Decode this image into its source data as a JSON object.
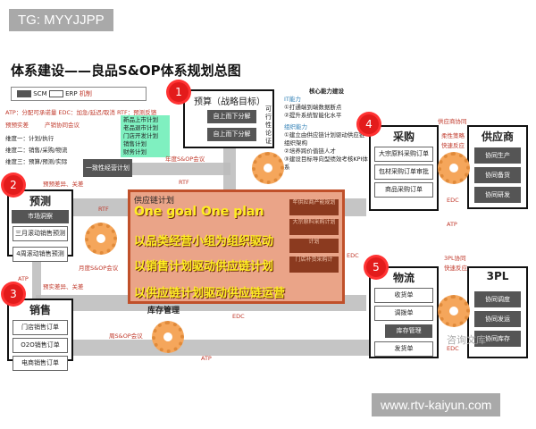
{
  "watermark_top": "TG: MYYJJPP",
  "watermark_bottom": "www.rtv-kaiyun.com",
  "title": "体系建设——良品S&OP体系规划总图",
  "legend": {
    "scm": "SCM",
    "erp": "ERP",
    "mechanism": "机制"
  },
  "definitions": "ATP：分配可承诺量  EDC：加急/延迟/取消  RTF：预测反馈",
  "left_notes": {
    "a": "预预实差",
    "b": "产销协同会议",
    "dims": [
      "维度一：计划/执行",
      "维度二：销售/采购/物流",
      "维度三：预算/预测/实际"
    ]
  },
  "green_box": [
    "新品上市计划",
    "老品退市计划",
    "门店开发计划",
    "销售计划",
    "财务计划"
  ],
  "budget": {
    "badge": "1",
    "title": "预算（战略目标）",
    "buttons": [
      "自上而下分解",
      "自上而下分解"
    ],
    "side": "可行性论证"
  },
  "core": {
    "title": "核心能力建设",
    "it": "IT能力",
    "it_items": [
      "①打通端到端数据断点",
      "②提升系统智能化水平"
    ],
    "org": "组织能力",
    "org_items": [
      "①建立由供应链计划驱动供应链组织架构",
      "②培养跨价值链人才",
      "③建设目标导向型绩效考核KPI体系"
    ]
  },
  "consistent_plan": "一致性经营计划",
  "forecast": {
    "badge": "2",
    "title": "预测",
    "dark": "市场洞察",
    "items": [
      "三月滚动销售预测",
      "4周滚动销售预测"
    ]
  },
  "sales": {
    "badge": "3",
    "title": "销售",
    "items": [
      "门店销售订单",
      "O2O销售订单",
      "电商销售订单"
    ]
  },
  "purchase": {
    "badge": "4",
    "title": "采购",
    "items": [
      "大宗原料采购订单",
      "包材采购订单审批",
      "商品采购订单"
    ]
  },
  "supplier": {
    "title": "供应商",
    "items": [
      "协同生产",
      "协同备货",
      "协同研发"
    ]
  },
  "logistics": {
    "badge": "5",
    "title": "物流",
    "items": [
      "收货单",
      "调拨单",
      "库存管理",
      "发货单"
    ]
  },
  "tpl": {
    "title": "3PL",
    "items": [
      "协同调度",
      "协同发运",
      "协同库存"
    ]
  },
  "scp": {
    "title": "供应链计划",
    "slogans": [
      "One goal One plan",
      "以品类经营小组为组织驱动",
      "以销售计划驱动供应链计划",
      "以供应链计划驱动供应链运营"
    ],
    "plans": [
      "年供应商产能规划",
      "大宗原料采购计划",
      "计划",
      "门店补货采购计"
    ]
  },
  "labels": {
    "inventory": "库存管理",
    "monthly": "月度S&OP会议",
    "weekly": "周S&OP会议",
    "annual": "年度S&OP会议",
    "rtf": "RTF",
    "atp": "ATP",
    "edc": "EDC",
    "diff1": "预预差异、关差",
    "diff2": "预实差异、关差",
    "supplier_collab": "供应商协同",
    "flex": "柔性策略",
    "fast": "快速反应",
    "tpl_collab": "3PL协同",
    "tpl_fast": "快速反应",
    "wechat": "咨询文库"
  },
  "colors": {
    "badge": "#e31b1b",
    "scp_bg": "#eaa488",
    "slogan": "#ffee22",
    "gear": "#f5a65b"
  }
}
